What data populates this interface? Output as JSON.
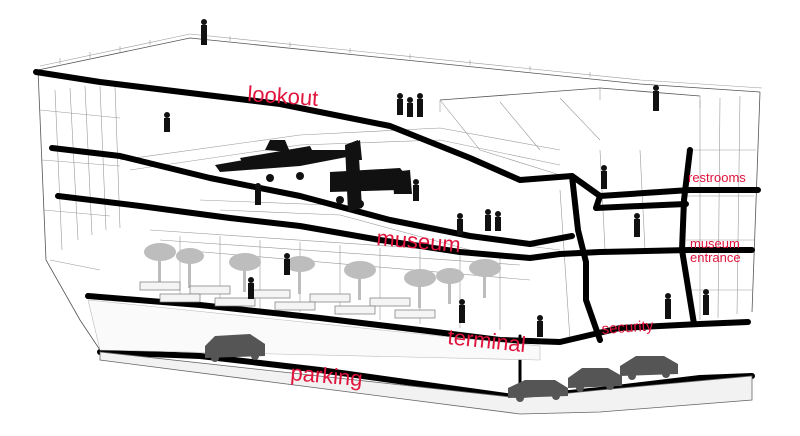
{
  "diagram": {
    "labels": {
      "lookout": "lookout",
      "museum": "museum",
      "terminal": "terminal",
      "parking": "parking",
      "restrooms": "restrooms",
      "museum_entrance_line1": "museum",
      "museum_entrance_line2": "entrance",
      "security": "security"
    },
    "colors": {
      "label": "#e0143c",
      "structure": "#000000",
      "car": "#555555",
      "palm": "#bdbdbd"
    }
  }
}
